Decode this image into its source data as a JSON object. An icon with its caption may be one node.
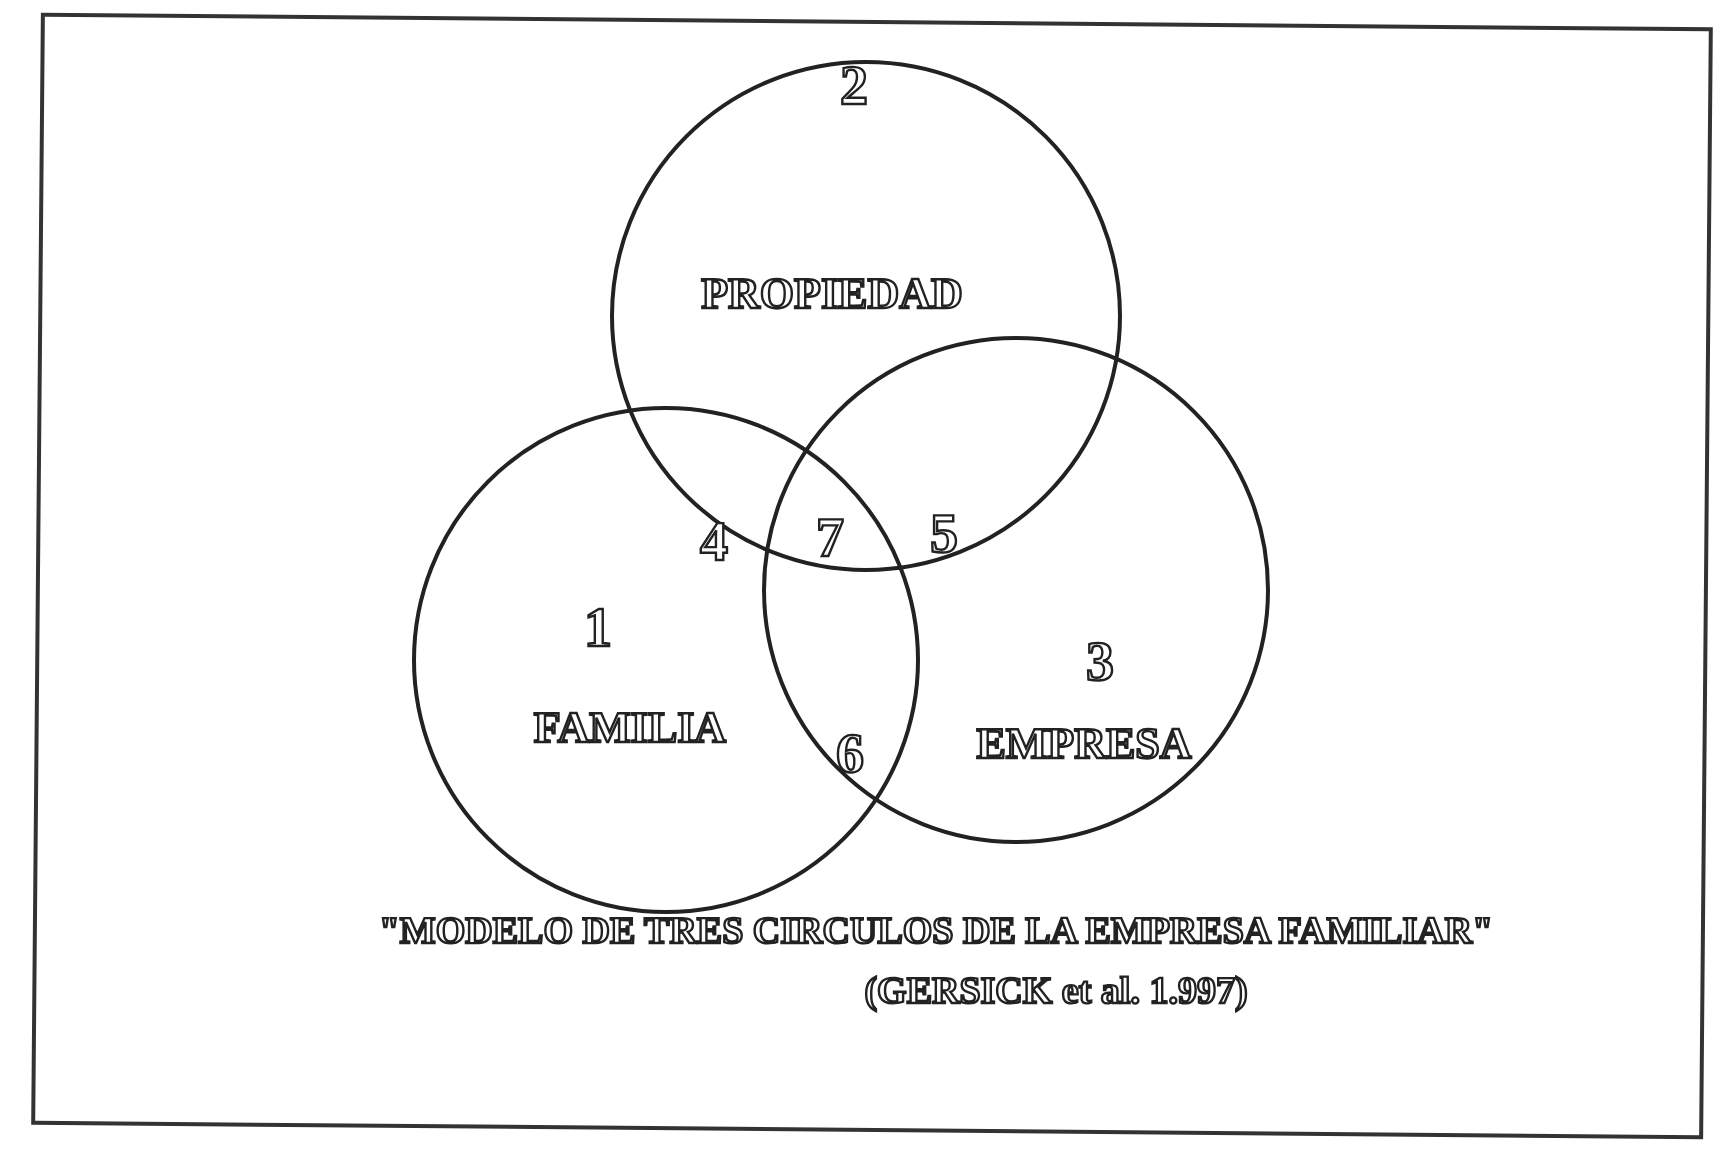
{
  "diagram": {
    "title": "\"MODELO DE TRES CIRCULOS DE LA EMPRESA FAMILIAR\"",
    "caption": "(GERSICK et al. 1.997)",
    "nodes": [
      {
        "text": [
          "2",
          "PROPIEDAD"
        ]
      },
      {
        "text": [
          "1",
          "FAMILIA"
        ]
      },
      {
        "text": [
          "3",
          "EMPRESA"
        ]
      }
    ],
    "labels": [
      "4",
      "7",
      "5",
      "6"
    ]
  }
}
